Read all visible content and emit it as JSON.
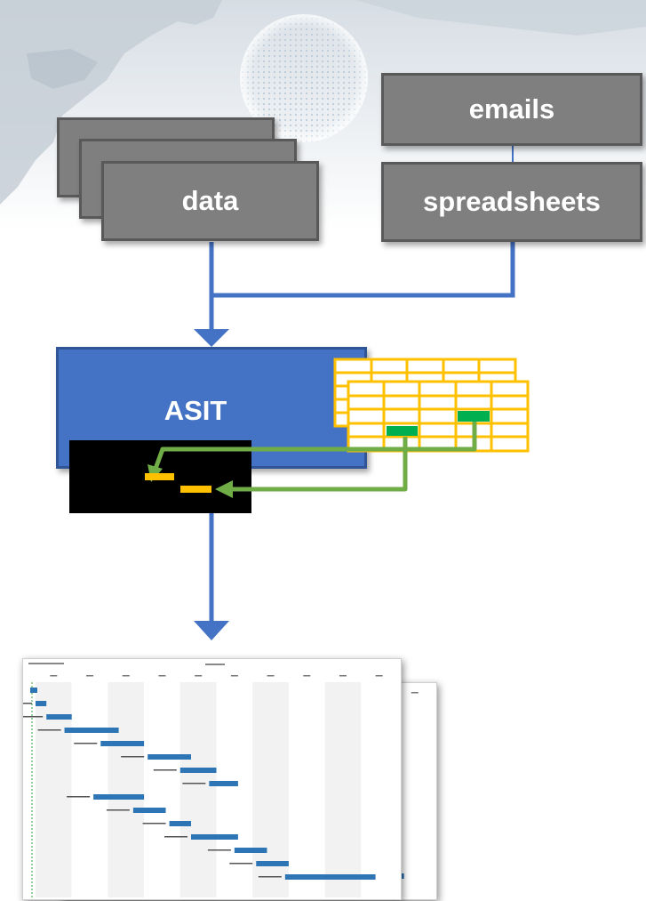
{
  "nodes": {
    "data": "data",
    "emails": "emails",
    "spreadsheets": "spreadsheets",
    "asit": "ASIT"
  },
  "colors": {
    "gray_box": "#7f7f7f",
    "gray_border": "#595959",
    "connector_blue": "#4472c4",
    "asit_blue": "#4472c4",
    "table_yellow": "#ffc000",
    "cell_green": "#00b050",
    "arrow_green": "#70ad47",
    "gantt_bar": "#2e75b6"
  },
  "gantt": {
    "tasks": [
      {
        "start": 0.0,
        "duration": 0.03
      },
      {
        "start": 0.03,
        "duration": 0.07
      },
      {
        "start": 0.08,
        "duration": 0.15
      },
      {
        "start": 0.18,
        "duration": 0.12
      },
      {
        "start": 0.31,
        "duration": 0.12
      },
      {
        "start": 0.4,
        "duration": 0.1
      },
      {
        "start": 0.48,
        "duration": 0.08
      },
      {
        "start": 0.16,
        "duration": 0.14
      },
      {
        "start": 0.27,
        "duration": 0.09
      },
      {
        "start": 0.37,
        "duration": 0.06
      },
      {
        "start": 0.43,
        "duration": 0.13
      },
      {
        "start": 0.55,
        "duration": 0.09
      },
      {
        "start": 0.61,
        "duration": 0.09
      },
      {
        "start": 0.69,
        "duration": 0.25
      }
    ],
    "back_tasks": [
      {
        "start": 0.57,
        "duration": 0.1
      },
      {
        "start": 0.67,
        "duration": 0.25
      }
    ]
  }
}
